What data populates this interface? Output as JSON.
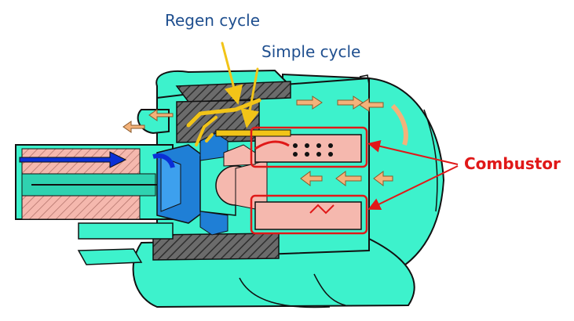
{
  "labels": {
    "regen_cycle": "Regen cycle",
    "simple_cycle": "Simple cycle",
    "combustor": "Combustor"
  },
  "colors": {
    "casing": "#3df2cc",
    "casing_shade": "#2fd2b0",
    "outline": "#111111",
    "hatch": "#555555",
    "compressor_blue": "#1f7fd6",
    "inlet_arrow": "#0a2fd6",
    "hot_parts": "#f5b8ae",
    "flow_arrows": "#f3b27a",
    "regen_arrows": "#f2c418",
    "callout_red": "#e01818",
    "label_blue": "#1f4f8f",
    "label_red": "#e01818"
  }
}
